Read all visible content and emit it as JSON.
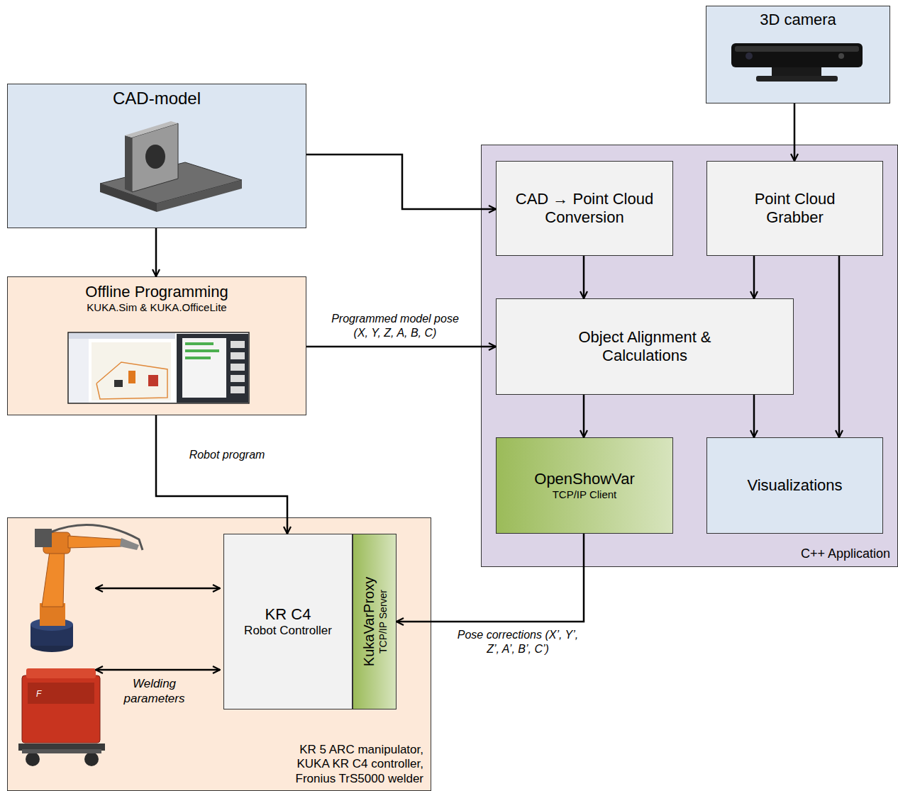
{
  "diagram": {
    "nodes": [
      {
        "text": [
          "CAD-model"
        ]
      },
      {
        "text": [
          "3D camera"
        ]
      },
      {
        "text": [
          "C++ Application"
        ]
      },
      {
        "text": [
          "CAD → Point Cloud Conversion"
        ],
        "in": 2
      },
      {
        "text": [
          "Point Cloud Grabber"
        ],
        "in": 2
      },
      {
        "text": [
          "Object Alignment & Calculations"
        ],
        "in": 2
      },
      {
        "text": [
          "OpenShowVar",
          "TCP/IP Client"
        ],
        "in": 2
      },
      {
        "text": [
          "Visualizations"
        ],
        "in": 2
      },
      {
        "text": [
          "Offline Programming",
          "KUKA.Sim & KUKA.OfficeLite"
        ]
      },
      {
        "text": [
          "KR 5 ARC manipulator, KUKA KR C4 controller, Fronius TrS5000 welder"
        ]
      },
      {
        "text": [
          "KR C4",
          "Robot Controller"
        ],
        "in": 9
      },
      {
        "text": [
          "KukaVarProxy",
          "TCP/IP Server"
        ],
        "in": 9
      }
    ],
    "edges": [
      {
        "from": 0,
        "to": 3,
        "arrow": "to"
      },
      {
        "from": 1,
        "to": 4,
        "arrow": "to"
      },
      {
        "from": 0,
        "to": 8,
        "arrow": "to"
      },
      {
        "from": 8,
        "to": 5,
        "label": "Programmed model pose (X, Y, Z, A, B, C)",
        "arrow": "to"
      },
      {
        "from": 8,
        "to": 10,
        "label": "Robot program",
        "arrow": "to"
      },
      {
        "from": 3,
        "to": 5,
        "arrow": "to"
      },
      {
        "from": 4,
        "to": 5,
        "arrow": "to"
      },
      {
        "from": 4,
        "to": 7,
        "arrow": "to"
      },
      {
        "from": 5,
        "to": 6,
        "arrow": "to"
      },
      {
        "from": 5,
        "to": 7,
        "arrow": "to"
      },
      {
        "from": 6,
        "to": 11,
        "label": "Pose corrections (X’, Y’, Z’, A’, B’, C’)",
        "arrow": "to"
      }
    ],
    "labels": [
      "Welding parameters"
    ]
  }
}
